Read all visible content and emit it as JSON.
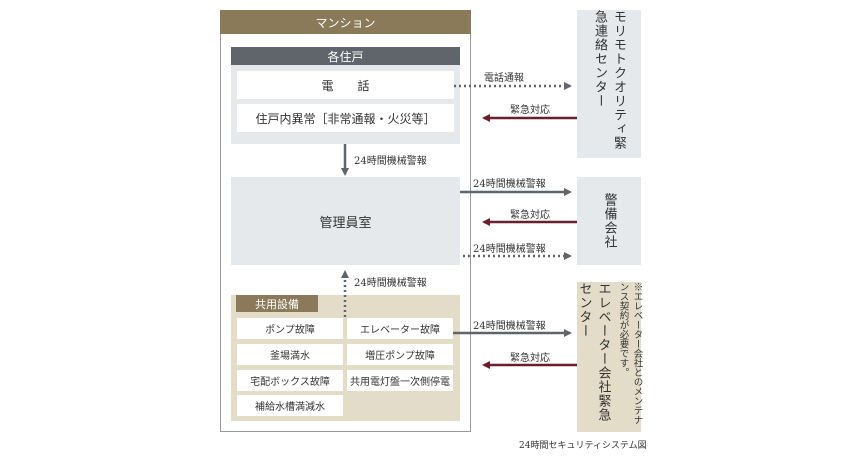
{
  "mansion": {
    "title": "マンション"
  },
  "units": {
    "title": "各住戸",
    "phone": "電　　話",
    "alarm": "住戸内異常［非常通報・火災等］"
  },
  "management": {
    "title": "管理員室"
  },
  "equipment": {
    "title": "共用設備",
    "items": [
      "ポンプ故障",
      "エレベーター故障",
      "釜場満水",
      "増圧ポンプ故障",
      "宅配ボックス故障",
      "共用電灯盤一次側停電",
      "補給水槽満減水"
    ]
  },
  "external": {
    "center": "モリモトクオリティ緊急連絡センター",
    "security": "警備会社",
    "elevator": "エレベーター会社緊急センター",
    "elevator_note": "※エレベーター会社とのメンテナンス契約が必要です。"
  },
  "labels": {
    "phone_report": "電話通報",
    "emergency": "緊急対応",
    "machine_alarm": "24時間機械警報"
  },
  "caption": "24時間セキュリティシステム図",
  "colors": {
    "gold": "#8a7a5a",
    "slate": "#5f656b",
    "maroon": "#6b1f2e",
    "gray_box": "#e6e9ec",
    "beige_box": "#e3dcc8"
  }
}
